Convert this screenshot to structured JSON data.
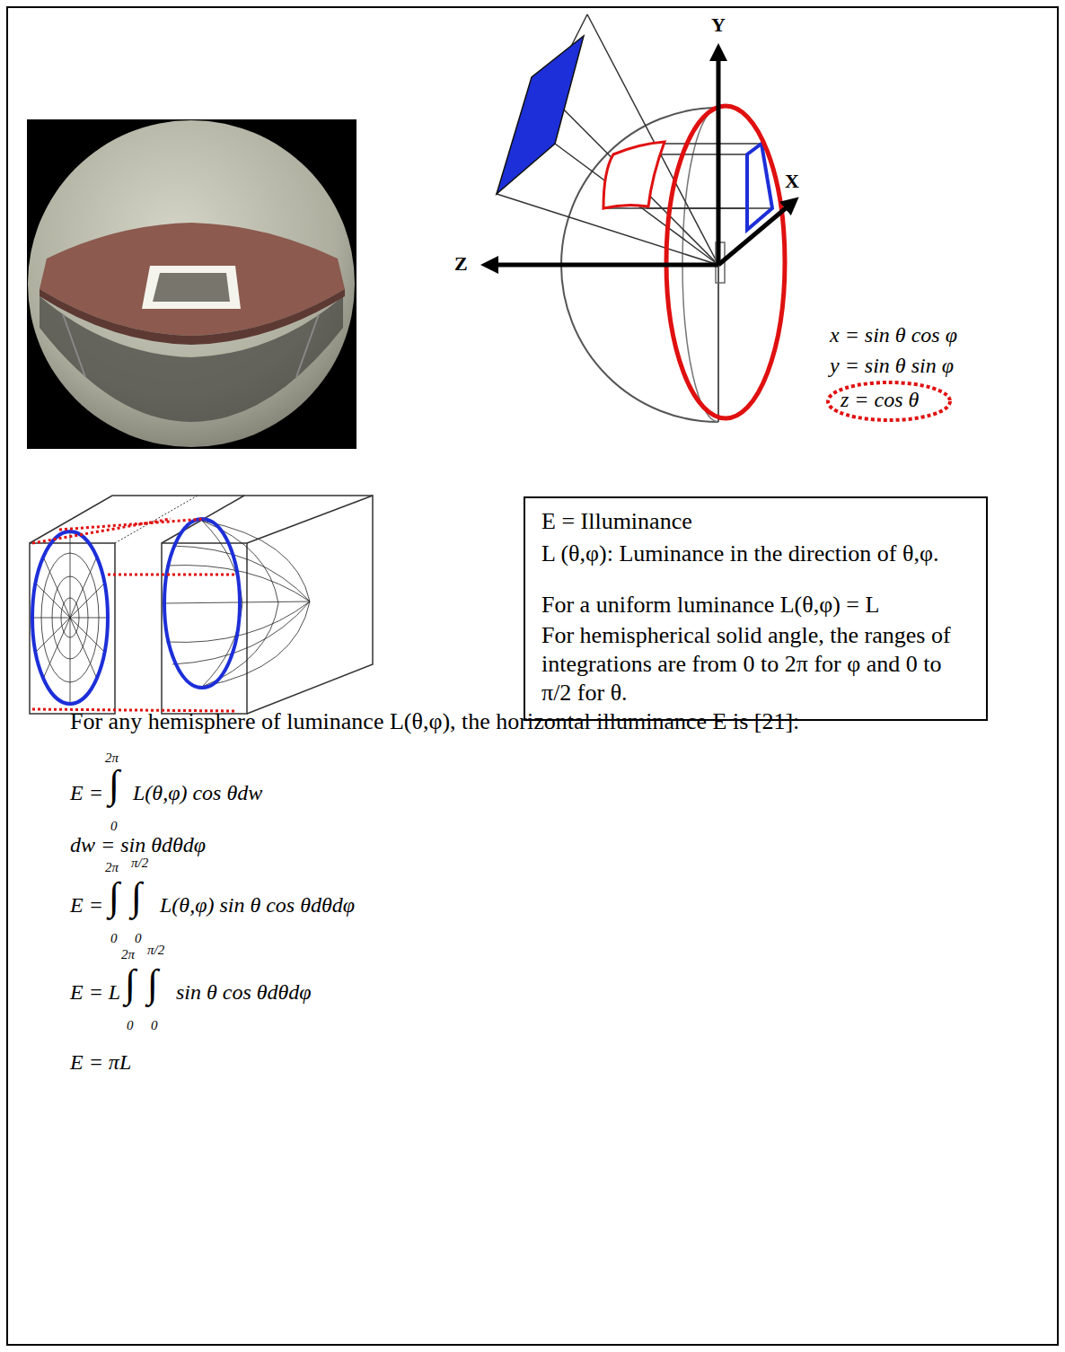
{
  "diagram": {
    "nodes": [
      {
        "text": [
          "E = Illuminance",
          "L (θ,φ): Luminance in the direction of θ,φ.",
          "For a uniform luminance L(θ,φ) = L",
          "For hemispherical solid angle, the ranges of integrations are from 0 to 2π for φ and 0 to π/2 for θ."
        ]
      }
    ],
    "labels": [
      "Y",
      "X",
      "Z",
      "x = sin θ cos φ",
      "y = sin θ sin φ",
      "z = cos θ",
      "For any hemisphere of luminance L(θ,φ), the horizontal illuminance E is [21]:",
      "E =",
      "∫",
      "2π",
      "0",
      "L(θ,φ) cos θdw",
      "dw = sin θdθdφ",
      "E =",
      "∫",
      "∫",
      "2π",
      "π/2",
      "0",
      "0",
      "L(θ,φ) sin θ cos θdθdφ",
      "E = L",
      "∫",
      "∫",
      "2π",
      "π/2",
      "0",
      "0",
      "sin θ cos θdθdφ",
      "E = πL"
    ]
  }
}
